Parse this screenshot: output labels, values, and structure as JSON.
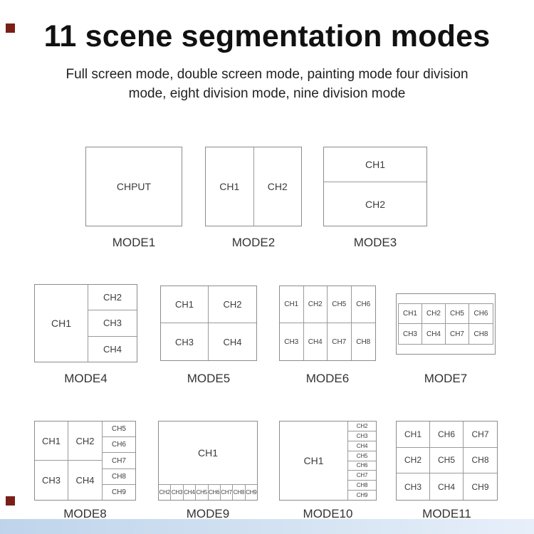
{
  "header": {
    "title": "11 scene segmentation modes",
    "subtitle_line1": "Full screen mode, double screen mode, painting mode four division",
    "subtitle_line2": "mode, eight division mode, nine division mode"
  },
  "modes": [
    {
      "label": "MODE1",
      "cells": [
        "CHPUT"
      ]
    },
    {
      "label": "MODE2",
      "cells": [
        "CH1",
        "CH2"
      ]
    },
    {
      "label": "MODE3",
      "cells": [
        "CH1",
        "CH2"
      ]
    },
    {
      "label": "MODE4",
      "cells": [
        "CH1",
        "CH2",
        "CH3",
        "CH4"
      ]
    },
    {
      "label": "MODE5",
      "cells": [
        "CH1",
        "CH2",
        "CH3",
        "CH4"
      ]
    },
    {
      "label": "MODE6",
      "cells": [
        "CH1",
        "CH2",
        "CH5",
        "CH6",
        "CH3",
        "CH4",
        "CH7",
        "CH8"
      ]
    },
    {
      "label": "MODE7",
      "cells": [
        "CH1",
        "CH2",
        "CH5",
        "CH6",
        "CH3",
        "CH4",
        "CH7",
        "CH8"
      ]
    },
    {
      "label": "MODE8",
      "cells": [
        "CH1",
        "CH2",
        "CH3",
        "CH4",
        "CH5",
        "CH6",
        "CH7",
        "CH8",
        "CH9"
      ]
    },
    {
      "label": "MODE9",
      "cells": [
        "CH1",
        "CH2",
        "CH3",
        "CH4",
        "CH5",
        "CH6",
        "CH7",
        "CH8",
        "CH9"
      ]
    },
    {
      "label": "MODE10",
      "cells": [
        "CH1",
        "CH2",
        "CH3",
        "CH4",
        "CH5",
        "CH6",
        "CH7",
        "CH8",
        "CH9"
      ]
    },
    {
      "label": "MODE11",
      "cells": [
        "CH1",
        "CH6",
        "CH7",
        "CH2",
        "CH5",
        "CH8",
        "CH3",
        "CH4",
        "CH9"
      ]
    }
  ]
}
